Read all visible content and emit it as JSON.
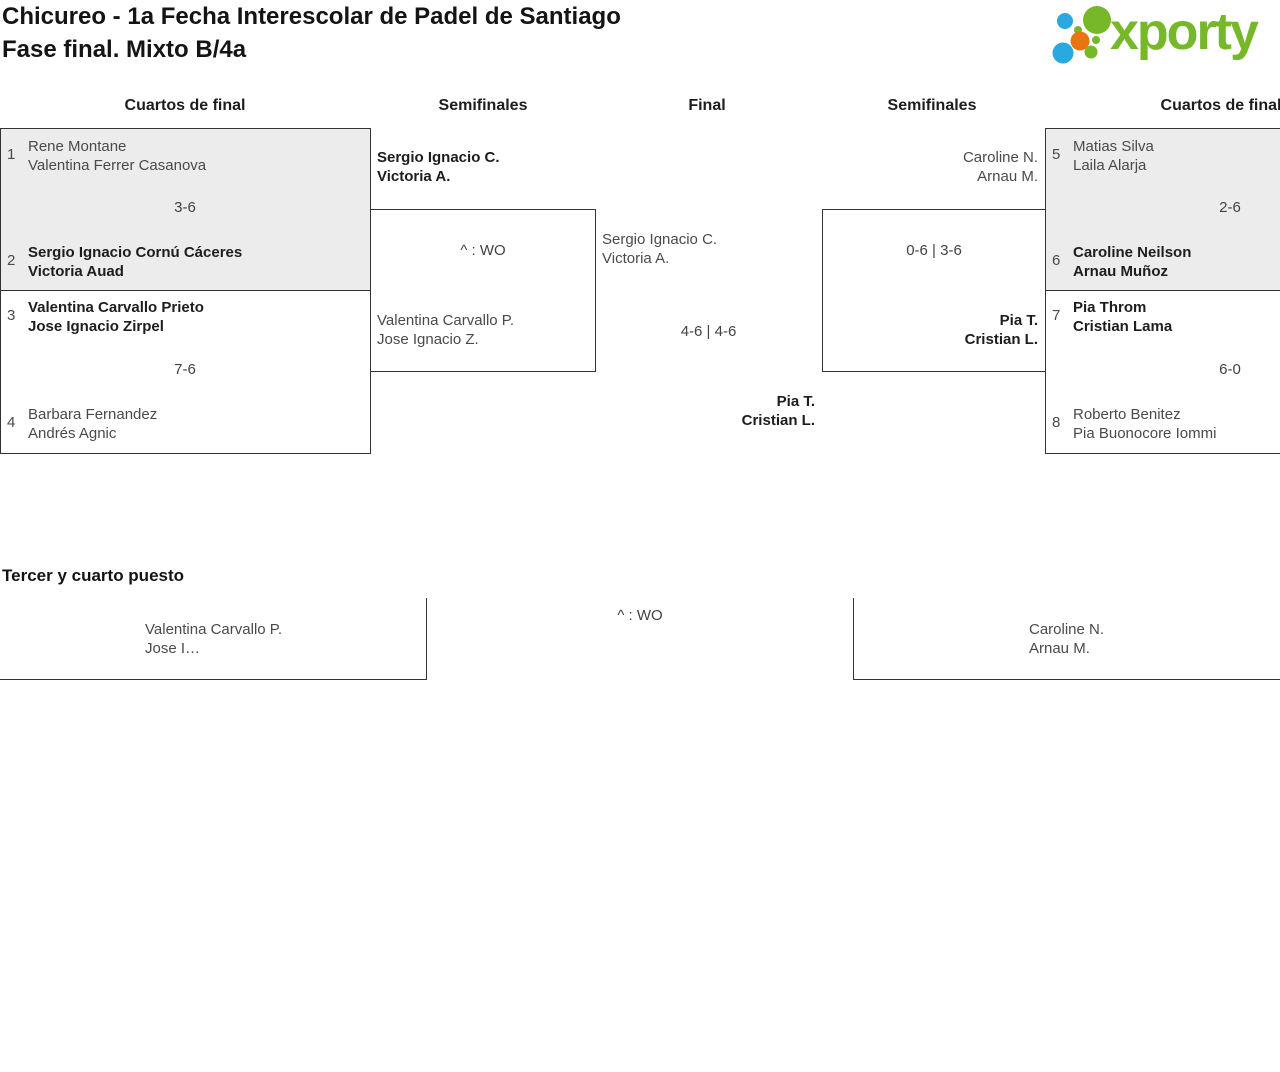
{
  "page": {
    "title_line1": "Chicureo - 1a Fecha Interescolar de Padel de Santiago",
    "title_line2": "Fase final. Mixto B/4a"
  },
  "logo": {
    "text": "xporty",
    "green": "#76b82a",
    "blue": "#29a9e0",
    "orange": "#e87511"
  },
  "round_headers": {
    "qf_left": "Cuartos de final",
    "sf_left": "Semifinales",
    "final": "Final",
    "sf_right": "Semifinales",
    "qf_right": "Cuartos de final"
  },
  "quarterfinals": [
    {
      "score": "3-6",
      "team_top": {
        "seed": "1",
        "player1": "Rene Montane",
        "player2": "Valentina Ferrer Casanova"
      },
      "team_bottom": {
        "seed": "2",
        "player1": "Sergio Ignacio Cornú Cáceres",
        "player2": "Victoria Auad"
      }
    },
    {
      "score": "7-6",
      "team_top": {
        "seed": "3",
        "player1": "Valentina Carvallo Prieto",
        "player2": "Jose Ignacio Zirpel"
      },
      "team_bottom": {
        "seed": "4",
        "player1": "Barbara Fernandez",
        "player2": "Andrés Agnic"
      }
    },
    {
      "score": "2-6",
      "team_top": {
        "seed": "5",
        "player1": "Matias Silva",
        "player2": "Laila Alarja"
      },
      "team_bottom": {
        "seed": "6",
        "player1": "Caroline Neilson",
        "player2": "Arnau Muñoz"
      }
    },
    {
      "score": "6-0",
      "team_top": {
        "seed": "7",
        "player1": "Pia Throm",
        "player2": "Cristian Lama"
      },
      "team_bottom": {
        "seed": "8",
        "player1": "Roberto Benitez",
        "player2": "Pia Buonocore Iommi"
      }
    }
  ],
  "semifinals": [
    {
      "score": "^ : WO",
      "team_top": {
        "player1": "Sergio Ignacio C.",
        "player2": "Victoria A."
      },
      "team_bottom": {
        "player1": "Valentina Carvallo P.",
        "player2": "Jose Ignacio Z."
      }
    },
    {
      "score": "0-6 | 3-6",
      "team_top": {
        "player1": "Caroline N.",
        "player2": "Arnau M."
      },
      "team_bottom": {
        "player1": "Pia T.",
        "player2": "Cristian L."
      }
    }
  ],
  "final": {
    "score": "4-6 | 4-6",
    "team_top": {
      "player1": "Sergio Ignacio C.",
      "player2": "Victoria A."
    },
    "winner": {
      "player1": "Pia T.",
      "player2": "Cristian L."
    }
  },
  "third_place": {
    "heading": "Tercer y cuarto puesto",
    "score": "^ : WO",
    "team_left": {
      "player1": "Valentina Carvallo P.",
      "player2": "Jose I…"
    },
    "team_right": {
      "player1": "Caroline N.",
      "player2": "Arnau M."
    }
  },
  "colors": {
    "box_fill_gray": "#ececec",
    "border": "#333333",
    "text_winner": "#1d1d1d",
    "text_regular": "#4a4a4a"
  }
}
